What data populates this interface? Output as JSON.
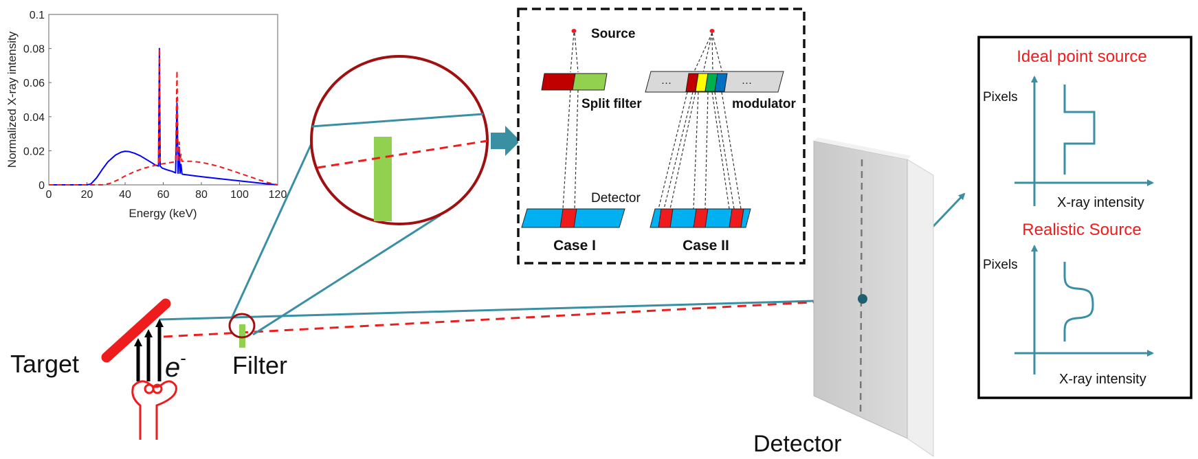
{
  "colors": {
    "teal": "#3a8fa3",
    "red": "#ee1c1c",
    "green": "#92d050",
    "cyan": "#00b0f0",
    "blue": "#0000ff",
    "black": "#000000",
    "gray_panel": "#d9d9d9",
    "dark_red": "#c00000",
    "yellow": "#ffff00",
    "mid_green": "#00b050",
    "mid_blue": "#0070c0"
  },
  "spectrum_plot": {
    "ylabel": "Normalized X-ray intensity",
    "xlabel": "Energy (keV)",
    "x_ticks": [
      "0",
      "20",
      "40",
      "60",
      "80",
      "100",
      "120"
    ],
    "y_ticks": [
      "0",
      "0.02",
      "0.04",
      "0.06",
      "0.08",
      "0.1"
    ]
  },
  "chart_data": {
    "type": "line",
    "xlabel": "Energy (keV)",
    "ylabel": "Normalized X-ray intensity",
    "xlim": [
      0,
      120
    ],
    "ylim": [
      0,
      0.1
    ],
    "grid": false,
    "series": [
      {
        "style": "solid",
        "color": "#0000ff",
        "x": [
          0,
          20,
          22,
          25,
          28,
          31,
          35,
          38,
          40,
          42,
          45,
          48,
          51,
          54,
          56,
          57.5,
          58,
          58.4,
          58.9,
          59.5,
          62,
          65,
          66.5,
          67.2,
          67.8,
          68.4,
          68.8,
          69.3,
          69.8,
          70.2,
          75,
          80,
          90,
          100,
          110,
          115,
          120
        ],
        "y": [
          0,
          0,
          0.0005,
          0.004,
          0.009,
          0.0135,
          0.0175,
          0.0192,
          0.0197,
          0.0195,
          0.0185,
          0.017,
          0.015,
          0.013,
          0.0115,
          0.011,
          0.08,
          0.011,
          0.0105,
          0.0098,
          0.0088,
          0.0078,
          0.007,
          0.048,
          0.0068,
          0.022,
          0.0068,
          0.012,
          0.0065,
          0.0062,
          0.0055,
          0.0048,
          0.0035,
          0.0023,
          0.0011,
          0.0005,
          0
        ]
      },
      {
        "style": "dashed",
        "color": "#ee1c1c",
        "x": [
          0,
          28,
          32,
          36,
          40,
          45,
          50,
          55,
          57.5,
          58,
          58.4,
          59,
          62,
          65,
          66.5,
          67.2,
          67.8,
          68.4,
          68.8,
          69.3,
          69.8,
          70.2,
          75,
          80,
          85,
          90,
          95,
          100,
          105,
          110,
          115,
          120
        ],
        "y": [
          0,
          0,
          0.0008,
          0.0028,
          0.0052,
          0.0078,
          0.0098,
          0.0112,
          0.0118,
          0.08,
          0.012,
          0.0122,
          0.0128,
          0.0133,
          0.0136,
          0.067,
          0.0136,
          0.025,
          0.0137,
          0.018,
          0.0138,
          0.0138,
          0.0138,
          0.0132,
          0.012,
          0.0105,
          0.0087,
          0.0068,
          0.0049,
          0.003,
          0.0013,
          0
        ]
      }
    ]
  },
  "labels": {
    "target": "Target",
    "e_base": "e",
    "e_sup": "-",
    "filter": "Filter",
    "detector": "Detector"
  },
  "inset_box": {
    "source": "Source",
    "split_filter": "Split filter",
    "modulator": "modulator",
    "detector": "Detector",
    "case1": "Case I",
    "case2": "Case II",
    "ellipsis": "···"
  },
  "right_panel": {
    "ideal_title": "Ideal point source",
    "realistic_title": "Realistic Source",
    "pixels": "Pixels",
    "xray_intensity": "X-ray intensity"
  }
}
